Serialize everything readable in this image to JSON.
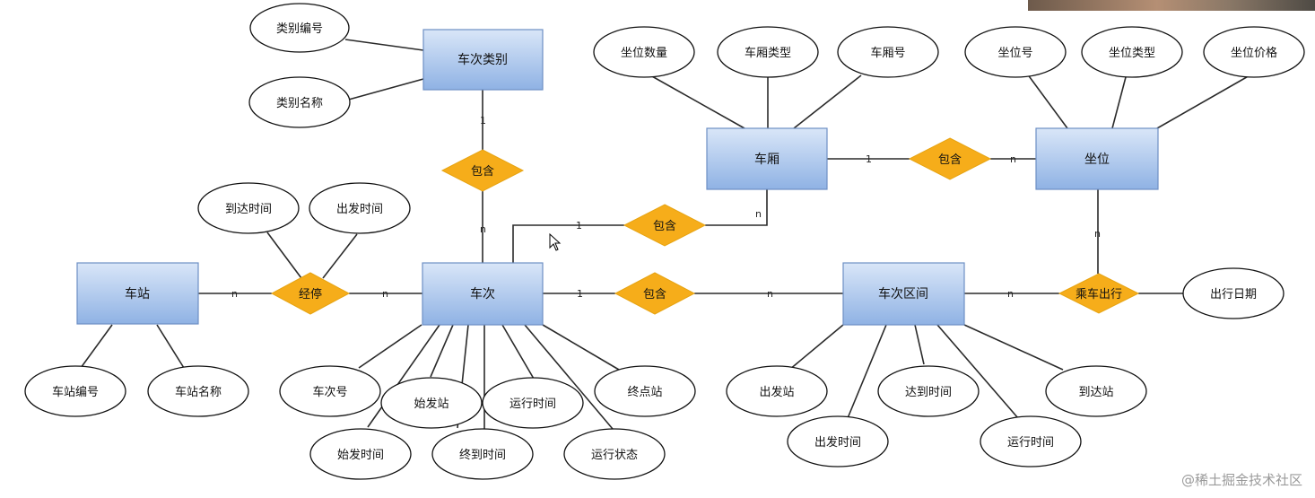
{
  "entities": {
    "train_category": "车次类别",
    "car": "车厢",
    "seat": "坐位",
    "station": "车站",
    "train": "车次",
    "segment": "车次区间"
  },
  "relationships": {
    "category_contains": "包含",
    "car_contains_seat": "包含",
    "train_contains_car": "包含",
    "stop": "经停",
    "train_contains_segment": "包含",
    "ride": "乘车出行"
  },
  "attributes": {
    "category_no": "类别编号",
    "category_name": "类别名称",
    "seat_count": "坐位数量",
    "car_type": "车厢类型",
    "car_no": "车厢号",
    "seat_no": "坐位号",
    "seat_type": "坐位类型",
    "seat_price": "坐位价格",
    "arrive_time": "到达时间",
    "depart_time": "出发时间",
    "station_no": "车站编号",
    "station_name": "车站名称",
    "train_no": "车次号",
    "origin_station": "始发站",
    "run_time": "运行时间",
    "terminal_station": "终点站",
    "origin_time": "始发时间",
    "terminal_time": "终到时间",
    "run_status": "运行状态",
    "travel_date": "出行日期",
    "seg_depart_station": "出发站",
    "seg_depart_time": "出发时间",
    "seg_arrive_time": "达到时间",
    "seg_run_time": "运行时间",
    "seg_arrive_station": "到达站"
  },
  "cardinality": {
    "one": "1",
    "many": "n"
  },
  "watermark": "@稀土掘金技术社区"
}
